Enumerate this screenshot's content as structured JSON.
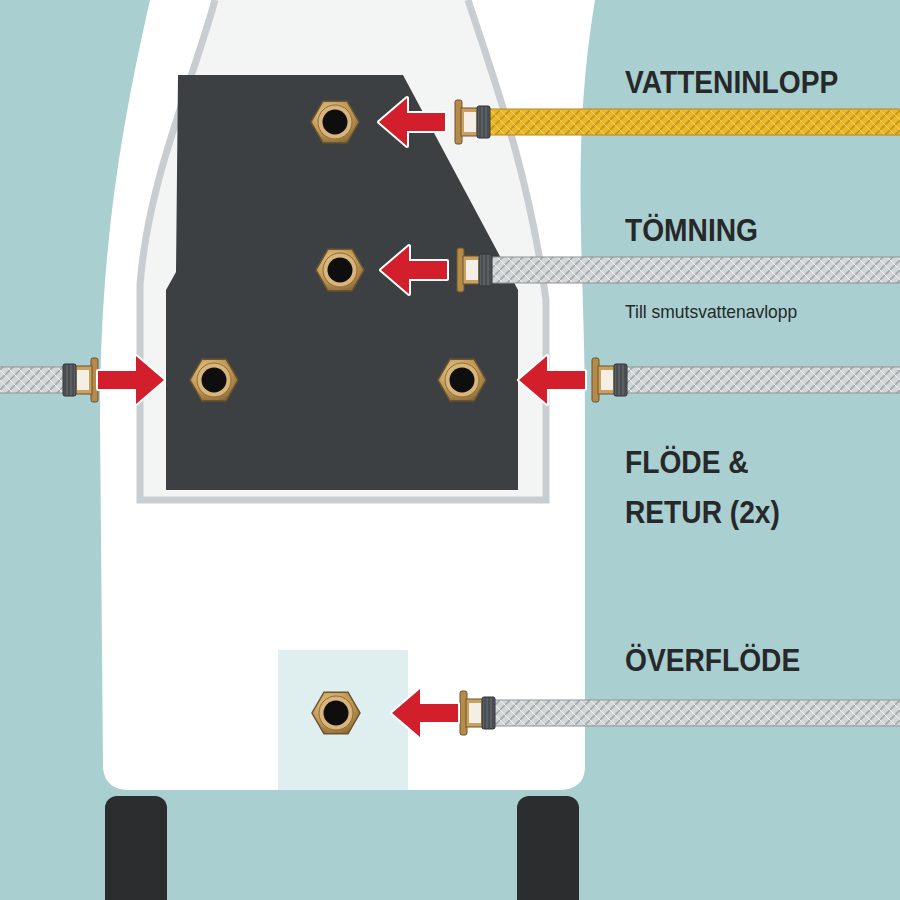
{
  "diagram": {
    "labels": [
      "VATTENINLOPP",
      "TÖMNING",
      "Till smutsvattenavlopp",
      "FLÖDE & RETUR (2x)",
      "ÖVERFLÖDE"
    ]
  }
}
